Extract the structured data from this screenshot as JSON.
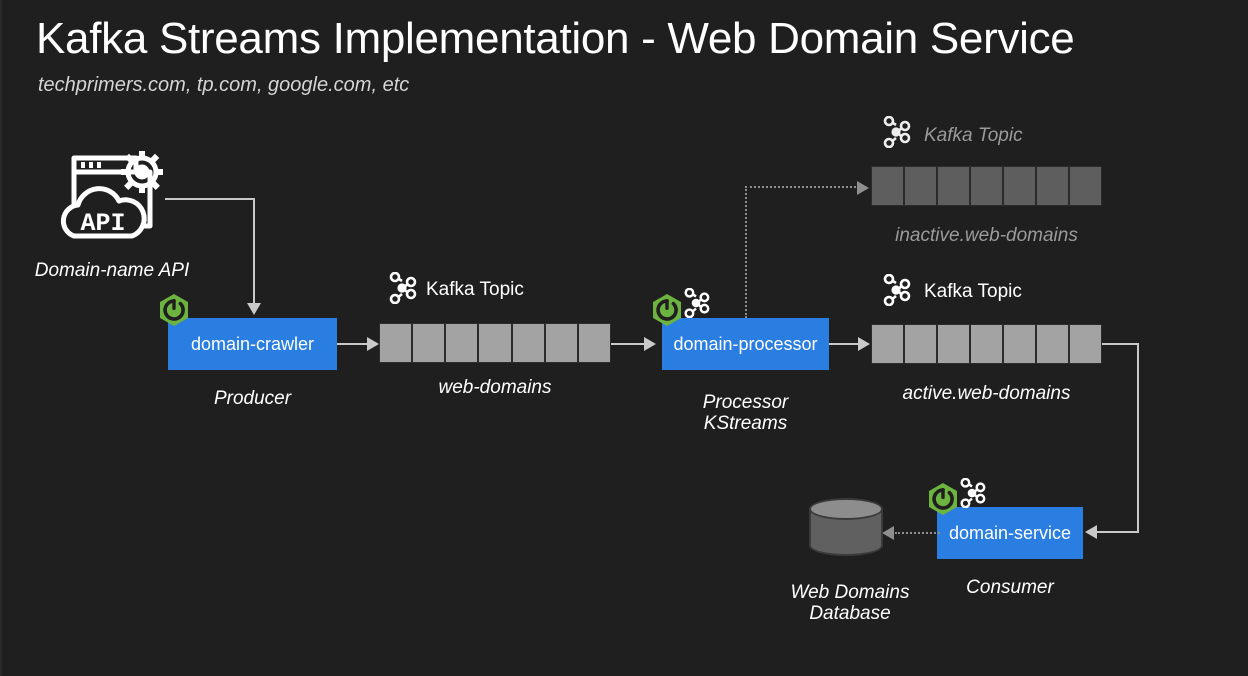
{
  "page": {
    "title": "Kafka Streams Implementation - Web Domain Service",
    "subtitle": "techprimers.com, tp.com, google.com, etc",
    "background_color": "#1f1f1f"
  },
  "colors": {
    "service_blue": "#2a7de1",
    "spring_green": "#6db33f",
    "topic_active": "#a3a3a3",
    "topic_inactive": "#5e5e5e",
    "line": "#c9c9c9",
    "dim_text": "#9a9a9a",
    "database_body": "#606060",
    "database_top": "#8d8d8d"
  },
  "nodes": {
    "api": {
      "icon_name": "api-cloud-icon",
      "icon_text": "API",
      "caption": "Domain-name API"
    },
    "crawler": {
      "label": "domain-crawler",
      "caption": "Producer",
      "badges": [
        "spring-boot-icon"
      ]
    },
    "processor": {
      "label": "domain-processor",
      "caption": "Processor\nKStreams",
      "badges": [
        "spring-boot-icon",
        "kafka-icon"
      ]
    },
    "service": {
      "label": "domain-service",
      "caption": "Consumer",
      "badges": [
        "spring-boot-icon",
        "kafka-icon"
      ]
    },
    "database": {
      "icon_name": "database-cylinder-icon",
      "caption": "Web Domains\nDatabase"
    }
  },
  "topics": [
    {
      "id": "web-domains",
      "header": "Kafka Topic",
      "name": "web-domains",
      "segments": 7,
      "state": "active"
    },
    {
      "id": "inactive-web-domains",
      "header": "Kafka Topic",
      "name": "inactive.web-domains",
      "segments": 7,
      "state": "inactive"
    },
    {
      "id": "active-web-domains",
      "header": "Kafka Topic",
      "name": "active.web-domains",
      "segments": 7,
      "state": "active"
    }
  ]
}
